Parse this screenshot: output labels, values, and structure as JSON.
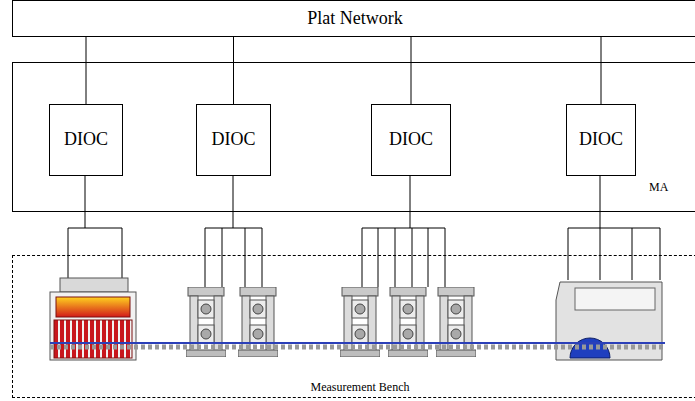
{
  "diagram": {
    "nodes": [
      {
        "text": [
          "Plat Network"
        ]
      },
      {
        "text": [
          "MA"
        ]
      },
      {
        "text": [
          "DIOC"
        ],
        "in": 1
      },
      {
        "text": [
          "DIOC"
        ],
        "in": 1
      },
      {
        "text": [
          "DIOC"
        ],
        "in": 1
      },
      {
        "text": [
          "DIOC"
        ],
        "in": 1
      },
      {
        "text": [
          "Measurement Bench"
        ]
      }
    ],
    "edges": [
      {
        "from": 0,
        "to": 2,
        "arrow": "none"
      },
      {
        "from": 0,
        "to": 3,
        "arrow": "none"
      },
      {
        "from": 0,
        "to": 4,
        "arrow": "none"
      },
      {
        "from": 0,
        "to": 5,
        "arrow": "none"
      }
    ]
  }
}
